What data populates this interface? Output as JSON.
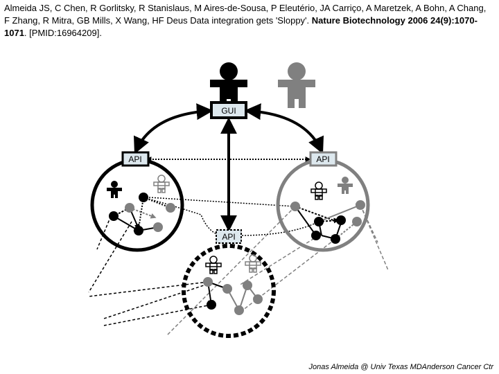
{
  "citation": {
    "authors": "Almeida JS, C Chen, R Gorlitsky, R Stanislaus, M Aires-de-Sousa, P Eleutério, JA Carriço, A Maretzek, A Bohn, A Chang, F Zhang, R Mitra, GB Mills, X Wang, HF Deus Data integration gets 'Sloppy'.",
    "journal": "Nature Biotechnology 2006 24(9):1070-1071",
    "pmid": ". [PMID:16964209]."
  },
  "diagram": {
    "gui_label": "GUI",
    "api_left_label": "API",
    "api_right_label": "API",
    "api_bottom_label": "API",
    "colors": {
      "black": "#000000",
      "gray": "#808080",
      "light_gray": "#999999",
      "box_fill": "#dde8ee"
    },
    "icons": [
      "person-black-icon",
      "person-gray-icon",
      "person-outline-icon"
    ]
  },
  "credit": "Jonas Almeida @ Univ Texas MDAnderson Cancer Ctr"
}
